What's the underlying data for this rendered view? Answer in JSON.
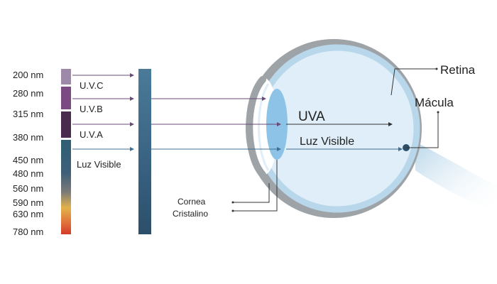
{
  "wavelengths": [
    "200 nm",
    "280 nm",
    "315 nm",
    "380 nm",
    "450 nm",
    "480 nm",
    "560 nm",
    "590 nm",
    "630 nm",
    "780 nm"
  ],
  "bands": {
    "uvc": "U.V.C",
    "uvb": "U.V.B",
    "uva": "U.V.A",
    "visible": "Luz Visible"
  },
  "eye_labels": {
    "uva": "UVA",
    "luz_visible": "Luz Visible",
    "retina": "Retina",
    "macula": "Mácula",
    "cornea": "Cornea",
    "cristalino": "Cristalino"
  },
  "colors": {
    "uvc": "#9e8aa8",
    "uvb": "#7b4a83",
    "uva": "#4a2a4e",
    "filter": "#3b6585",
    "lens": "#8cc3e6",
    "sclera": "#9ea3a8",
    "eye_inner": "#dfeef8",
    "arrow_violet": "#6a4a78",
    "arrow_blue": "#3f6f92"
  }
}
